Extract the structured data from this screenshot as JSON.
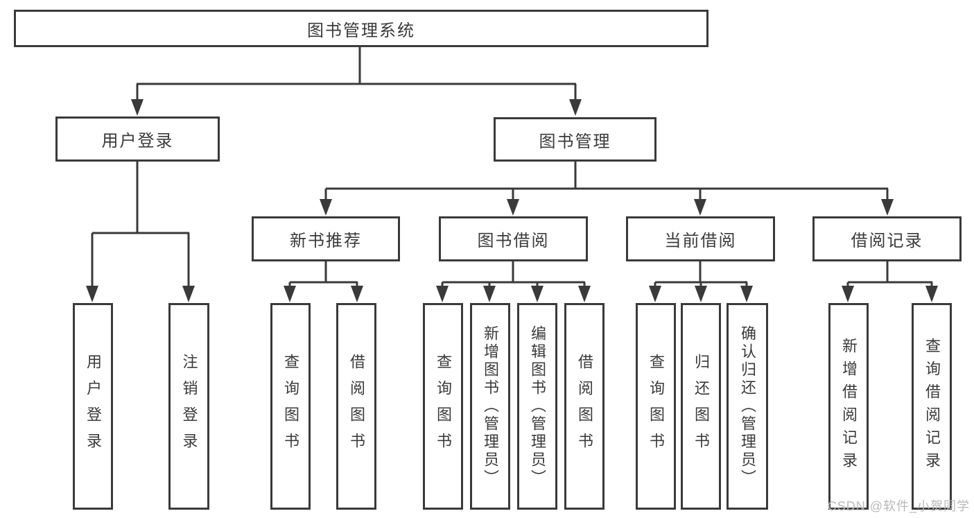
{
  "tree": {
    "root": {
      "label": "图书管理系统"
    },
    "level2": [
      {
        "label": "用户登录",
        "children": [
          "用户登录",
          "注销登录"
        ]
      },
      {
        "label": "图书管理"
      }
    ],
    "level3": [
      {
        "label": "新书推荐",
        "children": [
          "查询图书",
          "借阅图书"
        ]
      },
      {
        "label": "图书借阅",
        "children": [
          "查询图书",
          "新增图书（管理员）",
          "编辑图书（管理员）",
          "借阅图书"
        ]
      },
      {
        "label": "当前借阅",
        "children": [
          "查询图书",
          "归还图书",
          "确认归还（管理员）"
        ]
      },
      {
        "label": "借阅记录",
        "children": [
          "新增借阅记录",
          "查询借阅记录"
        ]
      }
    ]
  },
  "watermark": "CSDN @软件_小贺同学",
  "colors": {
    "line": "#3a3a3a",
    "text": "#3a3a3a",
    "watermark": "#b8b8b8",
    "background": "#ffffff"
  }
}
